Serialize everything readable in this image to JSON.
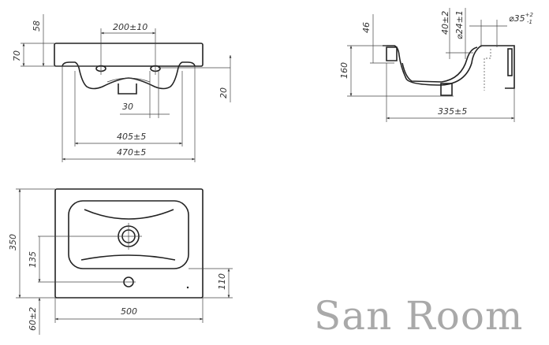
{
  "front_view": {
    "dims": {
      "hole_spacing": "200±10",
      "rim_height_58": "58",
      "height_70": "70",
      "offset_30": "30",
      "drop_20": "20",
      "inner_width": "405±5",
      "outer_width": "470±5"
    }
  },
  "side_view": {
    "dims": {
      "depth_46": "46",
      "height_160": "160",
      "hole_40": "40±2",
      "dia_24": "⌀24±1",
      "dia_35": "⌀35",
      "dia_35_tol_upper": "+2",
      "dia_35_tol_lower": "-1",
      "length_335": "335±5"
    }
  },
  "top_view": {
    "dims": {
      "depth_350": "350",
      "drain_135": "135",
      "tap_110": "110",
      "width_500": "500",
      "offset_60": "60±2"
    }
  },
  "watermark": "San Room"
}
